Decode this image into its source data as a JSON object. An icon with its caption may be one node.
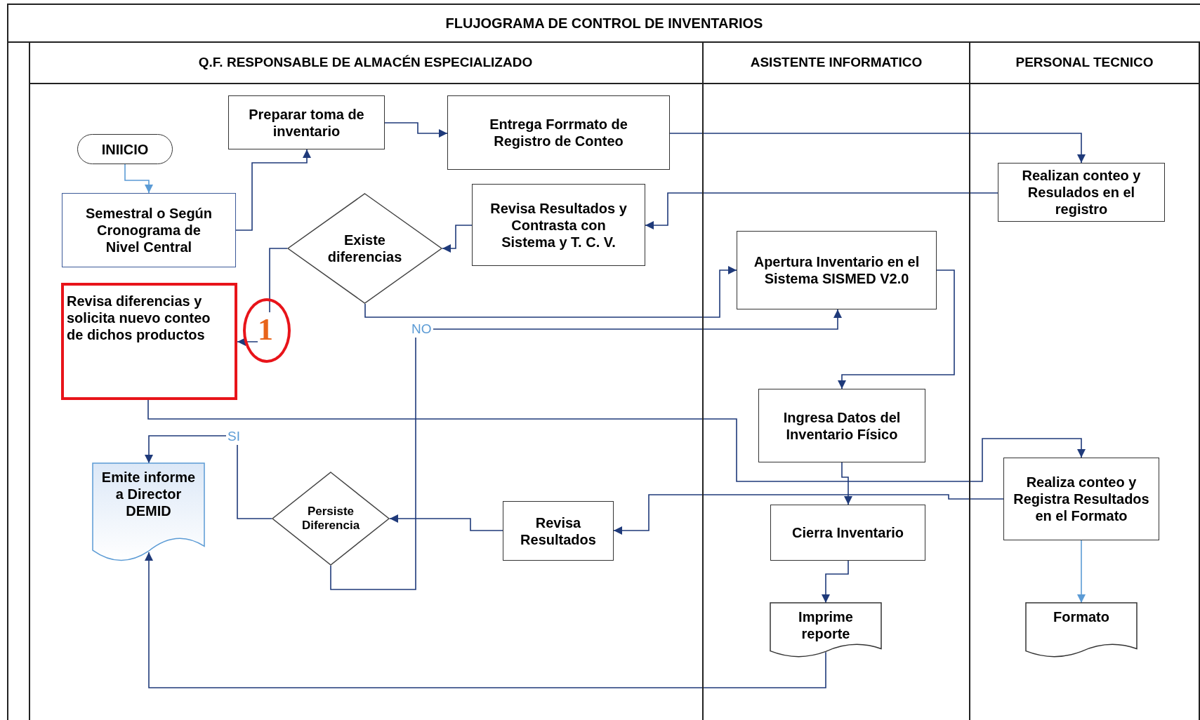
{
  "diagram": {
    "title": "FLUJOGRAMA DE CONTROL DE INVENTARIOS",
    "nodes": [
      {
        "text": [
          "Q.F. RESPONSABLE DE ALMACÉN ESPECIALIZADO"
        ]
      },
      {
        "text": [
          "ASISTENTE INFORMATICO"
        ]
      },
      {
        "text": [
          "PERSONAL TECNICO"
        ]
      },
      {
        "text": [
          "INIICIO"
        ],
        "in": 0
      },
      {
        "text": [
          "Preparar toma de inventario"
        ],
        "in": 0
      },
      {
        "text": [
          "Entrega  Forrmato de Registro de Conteo"
        ],
        "in": 0
      },
      {
        "text": [
          "Semestral o Según Cronograma de Nivel Central"
        ],
        "in": 0
      },
      {
        "text": [
          "Revisa Resultados y Contrasta con Sistema y T. C. V."
        ],
        "in": 0
      },
      {
        "text": [
          "Existe diferencias"
        ],
        "in": 0
      },
      {
        "text": [
          "Revisa diferencias y solicita nuevo conteo de dichos productos"
        ],
        "in": 0
      },
      {
        "text": [
          "Emite informe a Director DEMID"
        ],
        "in": 0
      },
      {
        "text": [
          "Persiste Diferencia"
        ],
        "in": 0
      },
      {
        "text": [
          "Revisa Resultados"
        ],
        "in": 0
      },
      {
        "text": [
          "Realizan conteo y Resulados en el registro"
        ],
        "in": 2
      },
      {
        "text": [
          "Apertura Inventario en el Sistema SISMED V2.0"
        ],
        "in": 1
      },
      {
        "text": [
          "Ingresa Datos del Inventario Físico"
        ],
        "in": 1
      },
      {
        "text": [
          "Cierra Inventario"
        ],
        "in": 1
      },
      {
        "text": [
          "Imprime reporte"
        ],
        "in": 1
      },
      {
        "text": [
          "Realiza conteo y Registra Resultados en el Formato"
        ],
        "in": 2
      },
      {
        "text": [
          "Formato"
        ],
        "in": 2
      }
    ],
    "edges": [
      {
        "from": 3,
        "to": 6,
        "arrow": "to",
        "color": "#5b9bd5"
      },
      {
        "from": 6,
        "to": 4,
        "arrow": "to"
      },
      {
        "from": 4,
        "to": 5,
        "arrow": "to"
      },
      {
        "from": 5,
        "to": 13,
        "arrow": "to"
      },
      {
        "from": 13,
        "to": 7,
        "arrow": "to"
      },
      {
        "from": 7,
        "to": 8,
        "arrow": "to"
      },
      {
        "from": 8,
        "to": 9,
        "arrow": "to"
      },
      {
        "from": 8,
        "to": 14,
        "arrow": "to"
      },
      {
        "from": 11,
        "to": 14,
        "arrow": "to",
        "label": "NO"
      },
      {
        "from": 9,
        "to": 18,
        "arrow": "to"
      },
      {
        "from": 18,
        "to": 12,
        "arrow": "to"
      },
      {
        "from": 12,
        "to": 11,
        "arrow": "to"
      },
      {
        "from": 11,
        "to": 10,
        "arrow": "to",
        "label": "SI"
      },
      {
        "from": 14,
        "to": 15,
        "arrow": "to"
      },
      {
        "from": 15,
        "to": 16,
        "arrow": "to"
      },
      {
        "from": 16,
        "to": 17,
        "arrow": "to"
      },
      {
        "from": 17,
        "to": 10,
        "arrow": "to"
      },
      {
        "from": 18,
        "to": 19,
        "arrow": "to",
        "color": "#5b9bd5"
      }
    ],
    "labels": [
      "1"
    ]
  }
}
